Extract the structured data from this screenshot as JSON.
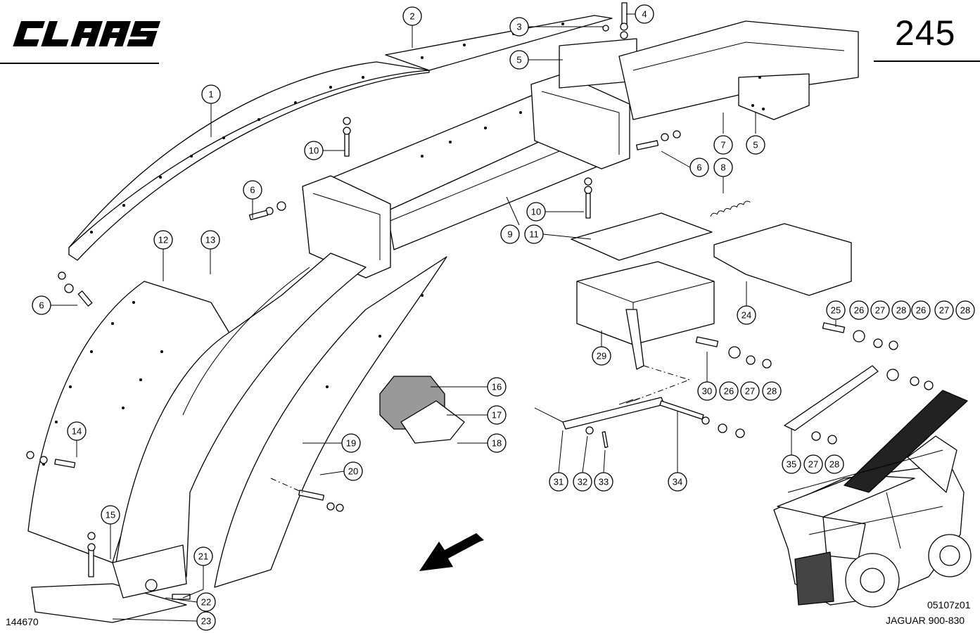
{
  "header": {
    "brand": "CLAAS",
    "page_number": "245"
  },
  "footer": {
    "drawing_number": "144670",
    "reference_code": "05107z01",
    "model": "JAGUAR 900-830"
  },
  "callouts": [
    "1",
    "2",
    "3",
    "4",
    "5",
    "5",
    "6",
    "6",
    "6",
    "7",
    "8",
    "9",
    "10",
    "10",
    "11",
    "12",
    "13",
    "14",
    "15",
    "16",
    "17",
    "18",
    "19",
    "20",
    "21",
    "22",
    "23",
    "24",
    "25",
    "26",
    "27",
    "28",
    "26",
    "27",
    "28",
    "26",
    "27",
    "28",
    "29",
    "30",
    "31",
    "32",
    "33",
    "34",
    "35",
    "27",
    "28"
  ]
}
